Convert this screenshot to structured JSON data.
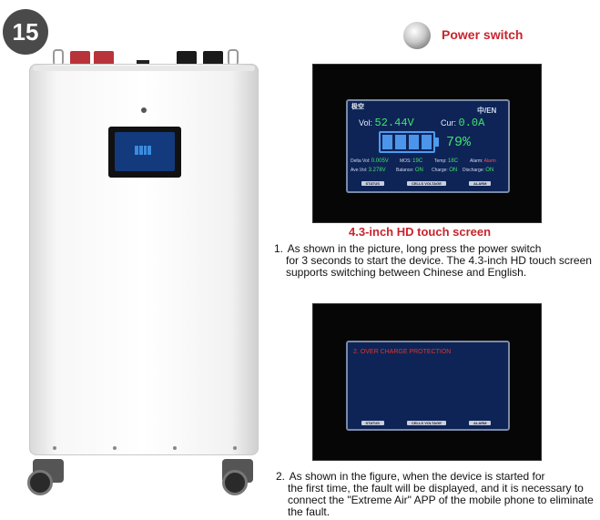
{
  "step_badge": "15",
  "power_switch_label": "Power switch",
  "screen1": {
    "logo": "极空",
    "lang": "中/EN",
    "vol_label": "Vol:",
    "vol_value": "52.44V",
    "cur_label": "Cur:",
    "cur_value": "0.0A",
    "soc": "79%",
    "stats_row1": [
      {
        "label": "Delta Vol:",
        "value": "0.005V"
      },
      {
        "label": "MOS:",
        "value": "19C"
      },
      {
        "label": "Temp:",
        "value": "18C"
      },
      {
        "label": "Alarm:",
        "value": "Alarm"
      }
    ],
    "stats_row2": [
      {
        "label": "Ave.Vol:",
        "value": "3.278V"
      },
      {
        "label": "Balance:",
        "value": "ON"
      },
      {
        "label": "Charge:",
        "value": "ON"
      },
      {
        "label": "Discharge:",
        "value": "ON"
      }
    ],
    "tabs": [
      "STATUS",
      "CELLS VOLTAGE",
      "ALARM"
    ]
  },
  "screen_caption": "4.3-inch HD touch screen",
  "paragraph1": {
    "num": "1.",
    "line1": "As shown in the picture, long press the power switch",
    "rest": "for 3 seconds to start the device. The 4.3-inch HD touch screen supports switching between Chinese and English."
  },
  "screen2": {
    "fault": "2. OVER CHARGE PROTECTION",
    "tabs": [
      "STATUS",
      "CELLS VOLTAGE",
      "ALARM"
    ]
  },
  "paragraph2": {
    "num": "2.",
    "line1": "As shown in the figure, when the device is started for",
    "rest": "the first time, the fault will be displayed, and it is necessary to connect the \"Extreme Air\" APP of the mobile phone to eliminate the fault."
  },
  "colors": {
    "accent_red": "#c9242d",
    "lcd_blue": "#0e2456",
    "lcd_green": "#41e36d"
  }
}
